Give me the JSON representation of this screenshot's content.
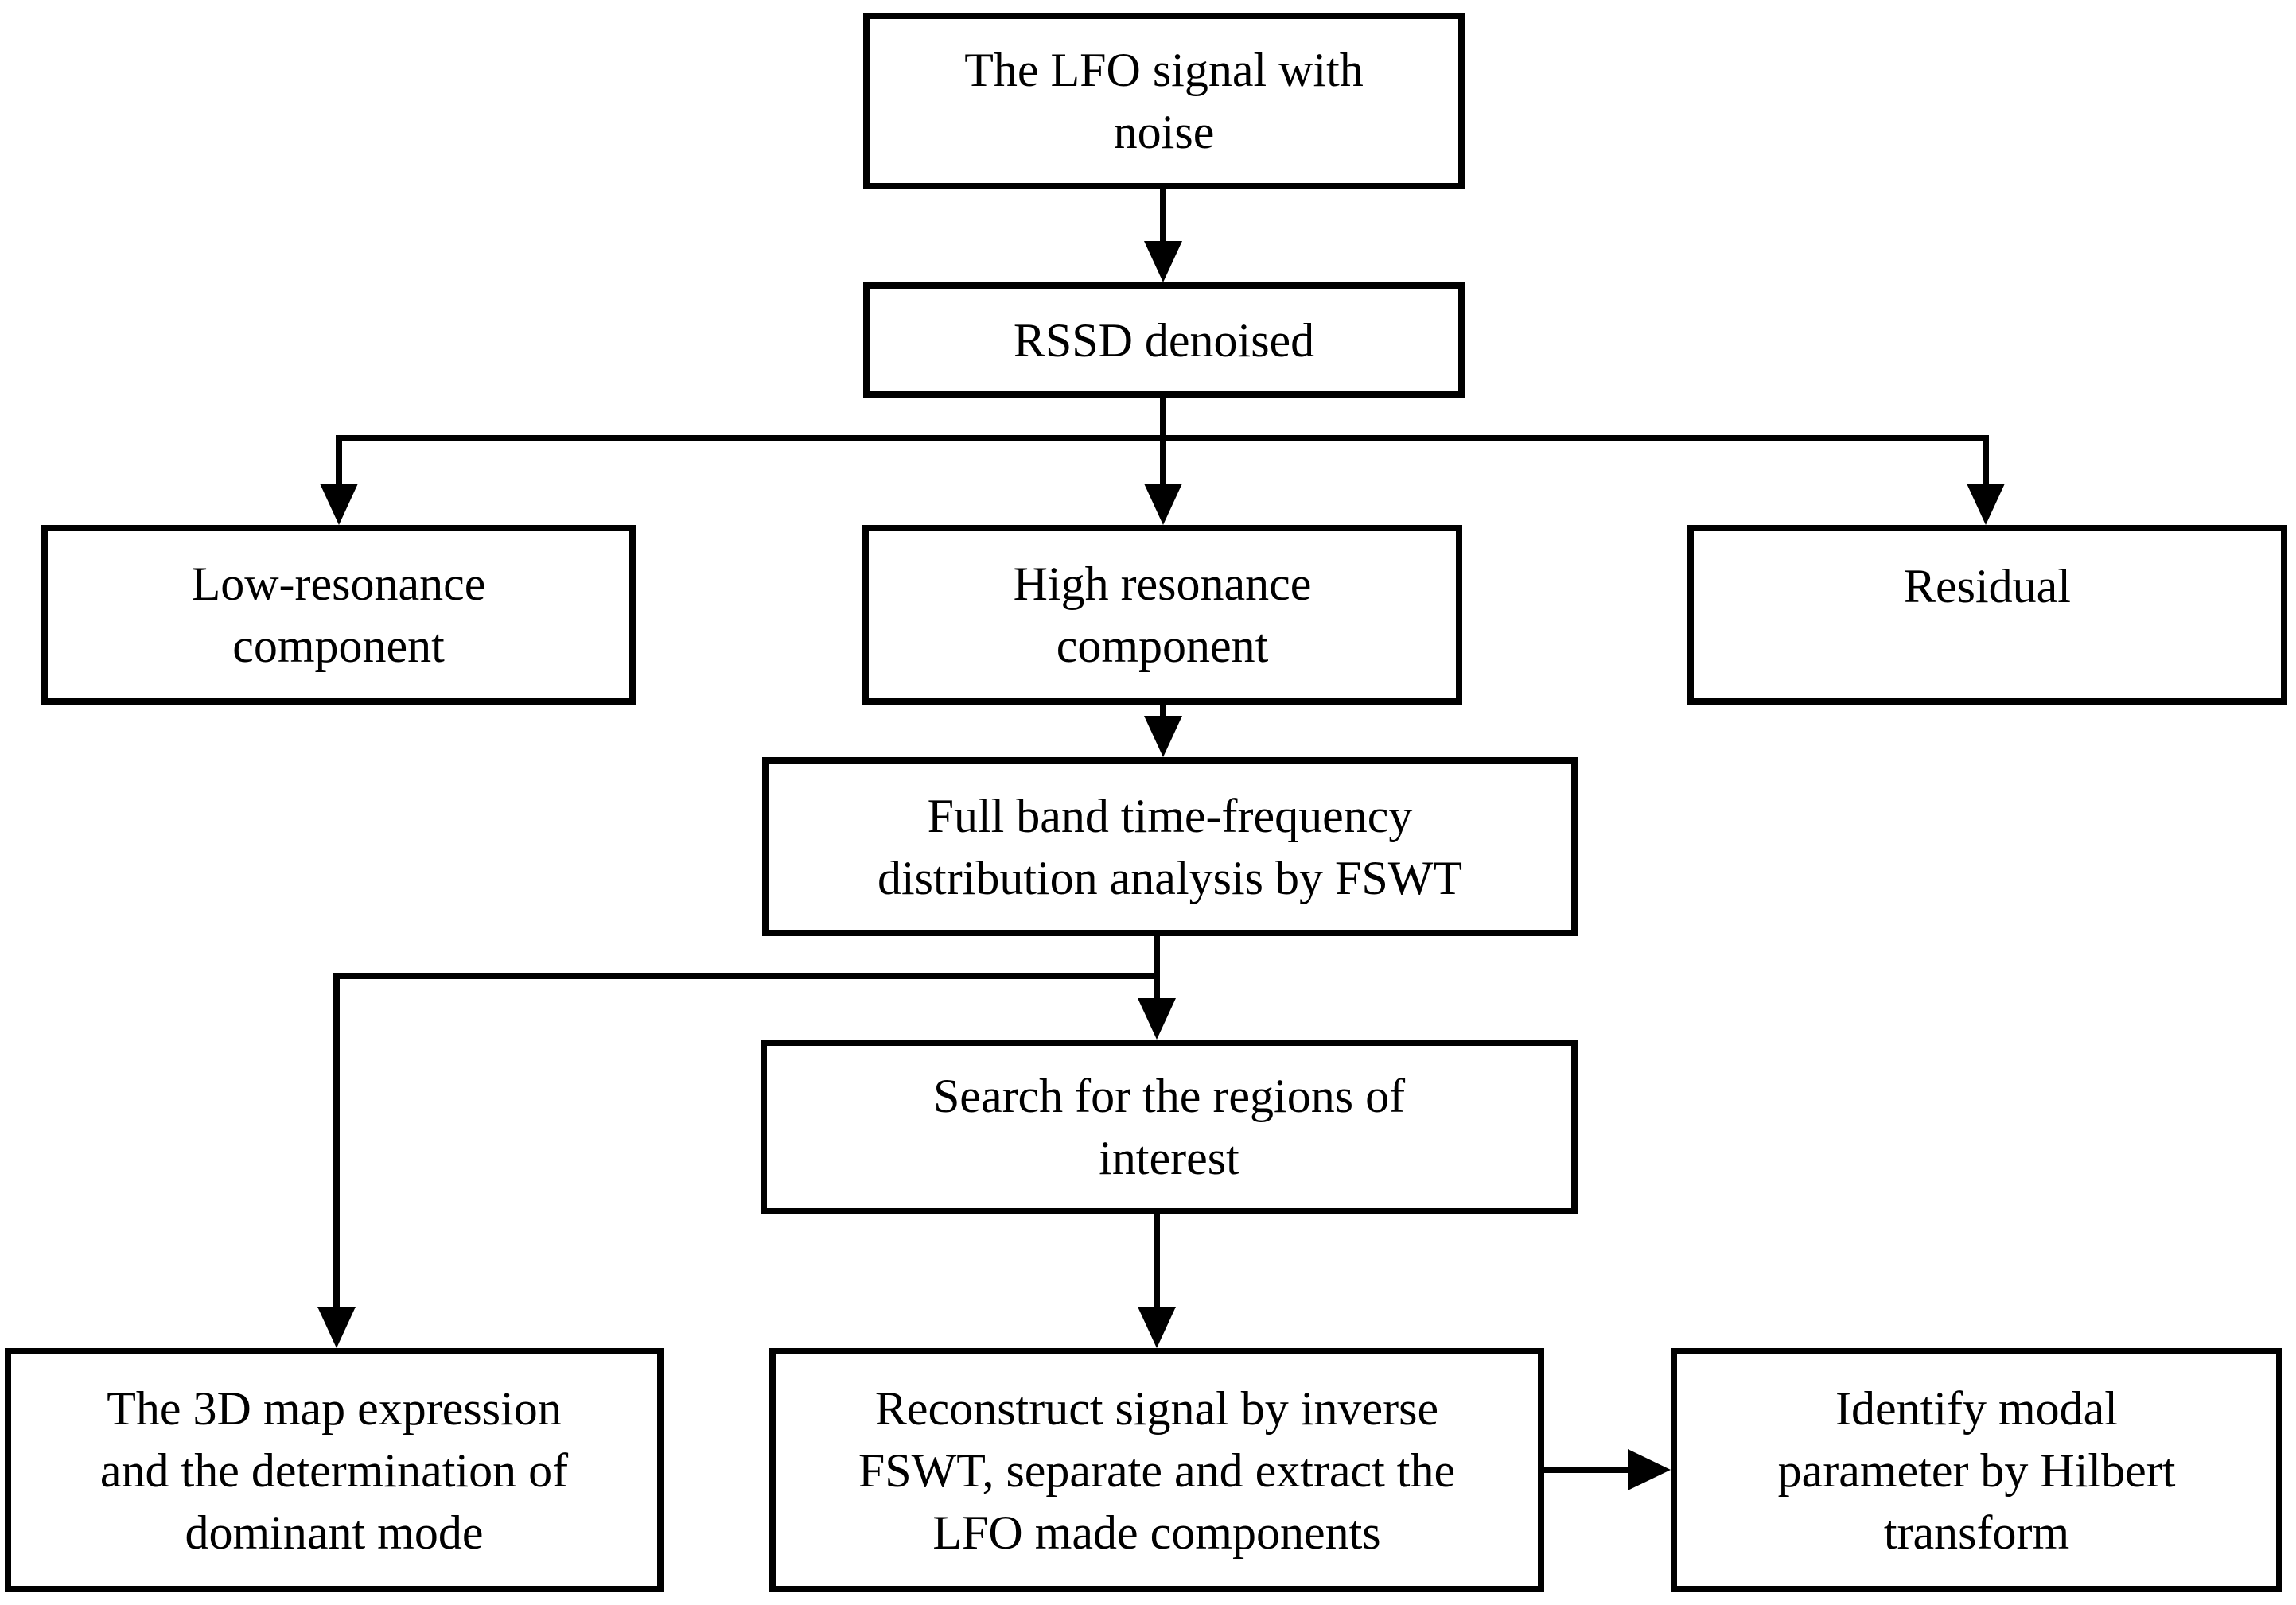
{
  "diagram": {
    "background_color": "#ffffff",
    "line_color": "#000000",
    "nodes": {
      "lfo_signal": {
        "label": "The LFO signal with\nnoise"
      },
      "rssd": {
        "label": "RSSD denoised"
      },
      "low_resonance": {
        "label": "Low-resonance\ncomponent"
      },
      "high_resonance": {
        "label": "High resonance\ncomponent"
      },
      "residual": {
        "label": "Residual"
      },
      "fswt_analysis": {
        "label": "Full band time-frequency\ndistribution analysis by FSWT"
      },
      "search_regions": {
        "label": "Search for the regions of\ninterest"
      },
      "map_3d": {
        "label": "The 3D map expression\nand the determination of\ndominant mode"
      },
      "reconstruct": {
        "label": "Reconstruct signal by inverse\nFSWT, separate and extract the\nLFO made components"
      },
      "identify_modal": {
        "label": "Identify modal\nparameter by Hilbert\ntransform"
      }
    }
  }
}
